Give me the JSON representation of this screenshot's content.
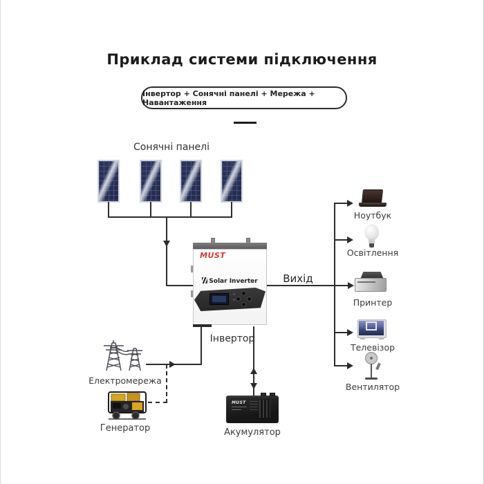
{
  "title": "Приклад системи підключення",
  "badge": "Інвертор + Сонячні панелі + Мережа + Навантаження",
  "solar": {
    "label": "Сонячні панелі",
    "panel_count": 4
  },
  "inverter": {
    "brand": "MUST",
    "product_label": "Solar Inverter",
    "label": "Інвертор"
  },
  "output": {
    "label": "Вихід"
  },
  "grid": {
    "label": "Електромережа",
    "icon": "power-tower-icon"
  },
  "generator": {
    "label": "Генератор",
    "icon": "generator-icon"
  },
  "battery": {
    "label": "Акумулятор",
    "brand": "MUST",
    "icon": "battery-icon"
  },
  "devices": [
    {
      "label": "Ноутбук",
      "icon": "laptop-icon"
    },
    {
      "label": "Освітлення",
      "icon": "bulb-icon"
    },
    {
      "label": "Принтер",
      "icon": "printer-icon"
    },
    {
      "label": "Телевізор",
      "icon": "tv-icon"
    },
    {
      "label": "Вентилятор",
      "icon": "fan-icon"
    }
  ],
  "colors": {
    "line": "#2b2b2b",
    "brand_red": "#d63a2f",
    "panel_navy": "#2b3359"
  }
}
